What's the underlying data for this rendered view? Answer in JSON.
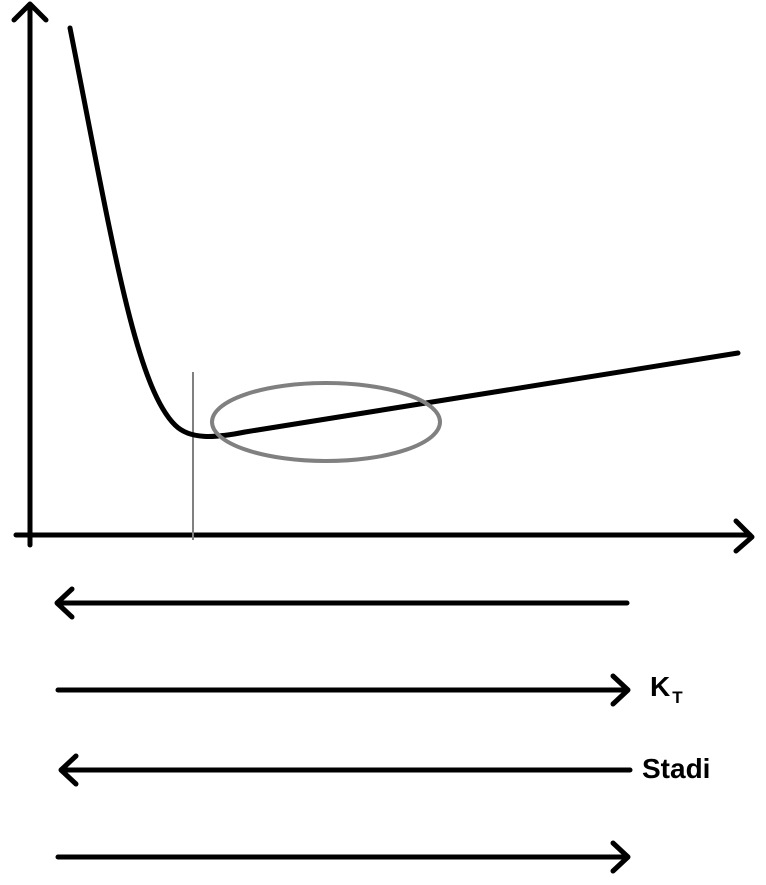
{
  "labels": {
    "kt_main": "K",
    "kt_sub": "T",
    "stadi": "Stadi"
  },
  "arrows": [
    {
      "name": "arrow-row-1",
      "direction": "left"
    },
    {
      "name": "arrow-row-2",
      "direction": "right"
    },
    {
      "name": "arrow-row-3",
      "direction": "left"
    },
    {
      "name": "arrow-row-4",
      "direction": "right"
    }
  ],
  "colors": {
    "line": "#000000",
    "highlight": "#808080"
  }
}
